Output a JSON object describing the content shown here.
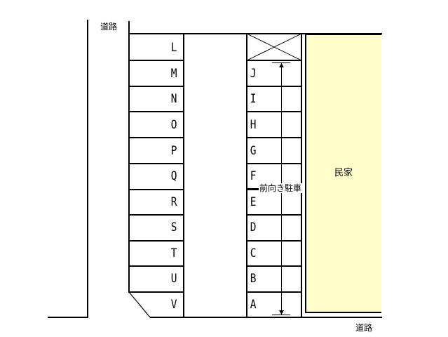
{
  "diagram": {
    "type": "parking-lot-map",
    "road_label_top": "道路",
    "road_label_bottom": "道路",
    "house_label": "民家",
    "front_parking_label": "前向き駐車",
    "left_column_spaces": [
      "L",
      "M",
      "N",
      "O",
      "P",
      "Q",
      "R",
      "S",
      "T",
      "U",
      "V"
    ],
    "right_column_spaces": [
      "J",
      "I",
      "H",
      "G",
      "F",
      "E",
      "D",
      "C",
      "B",
      "A"
    ],
    "colors": {
      "house_fill": "#ffffcc",
      "line": "#000000"
    }
  }
}
